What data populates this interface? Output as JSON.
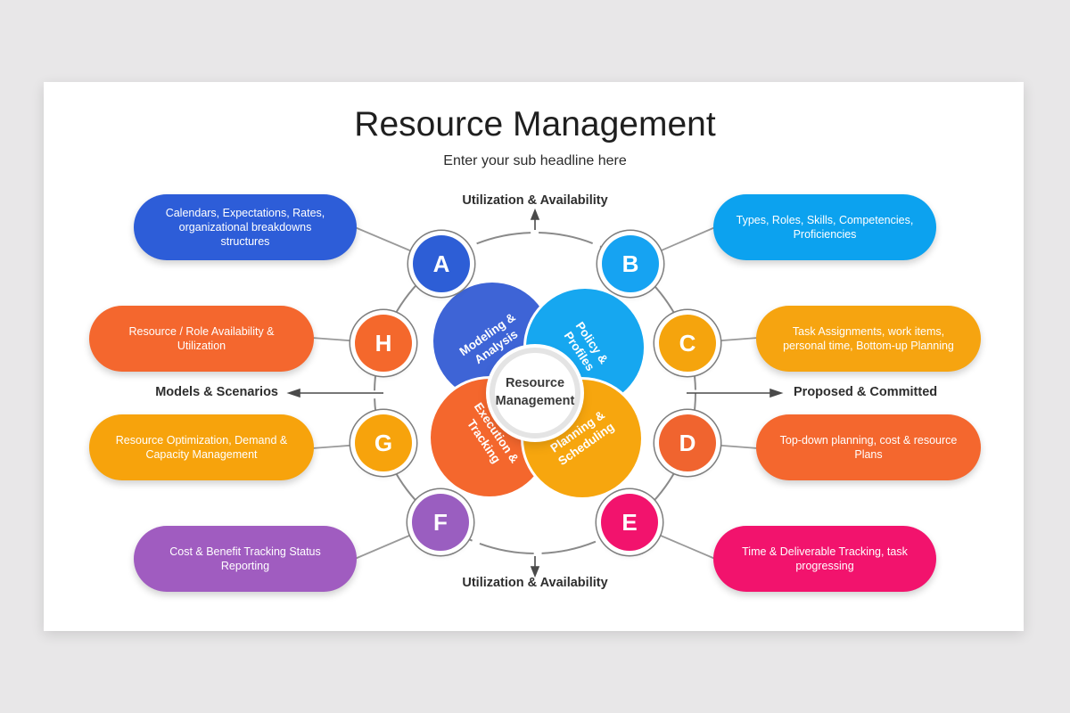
{
  "page": {
    "title": "Resource Management",
    "subtitle": "Enter your sub headline here"
  },
  "center": {
    "label": "Resource Management"
  },
  "petals": [
    {
      "id": "modeling",
      "label": "Modeling & Analysis",
      "color": "#3e64d6"
    },
    {
      "id": "policy",
      "label": "Policy & Profiles",
      "color": "#16a7f0"
    },
    {
      "id": "execution",
      "label": "Execution & Tracking",
      "color": "#f4672d"
    },
    {
      "id": "planning",
      "label": "Planning & Scheduling",
      "color": "#f7a60e"
    }
  ],
  "nodes": [
    {
      "letter": "A",
      "color": "#2d5ed6",
      "pill_color": "#2d5dd8",
      "pill_text": "Calendars, Expectations, Rates, organizational breakdowns structures"
    },
    {
      "letter": "B",
      "color": "#16a3f2",
      "pill_color": "#0ca2ef",
      "pill_text": "Types, Roles, Skills, Competencies, Proficiencies"
    },
    {
      "letter": "C",
      "color": "#f5a40d",
      "pill_color": "#f6a410",
      "pill_text": "Task Assignments, work items, personal time, Bottom-up Planning"
    },
    {
      "letter": "D",
      "color": "#f0642f",
      "pill_color": "#f4672e",
      "pill_text": "Top-down planning, cost & resource Plans"
    },
    {
      "letter": "E",
      "color": "#f2136d",
      "pill_color": "#f2136d",
      "pill_text": "Time & Deliverable Tracking, task progressing"
    },
    {
      "letter": "F",
      "color": "#9a5ec0",
      "pill_color": "#a05cc0",
      "pill_text": "Cost & Benefit Tracking Status Reporting"
    },
    {
      "letter": "G",
      "color": "#f7a30c",
      "pill_color": "#f7a30c",
      "pill_text": "Resource Optimization, Demand & Capacity Management"
    },
    {
      "letter": "H",
      "color": "#f4682c",
      "pill_color": "#f4672e",
      "pill_text": "Resource / Role Availability & Utilization"
    }
  ],
  "axis_labels": {
    "top": "Utilization & Availability",
    "bottom": "Utilization & Availability",
    "left": "Models & Scenarios",
    "right": "Proposed  & Committed"
  },
  "colors": {
    "background": "#e8e7e8",
    "card": "#ffffff",
    "ring": "#8a8a8a",
    "connector": "#9a9a9a",
    "arrow": "#4a4a4a",
    "title_text": "#1f1f1f"
  }
}
